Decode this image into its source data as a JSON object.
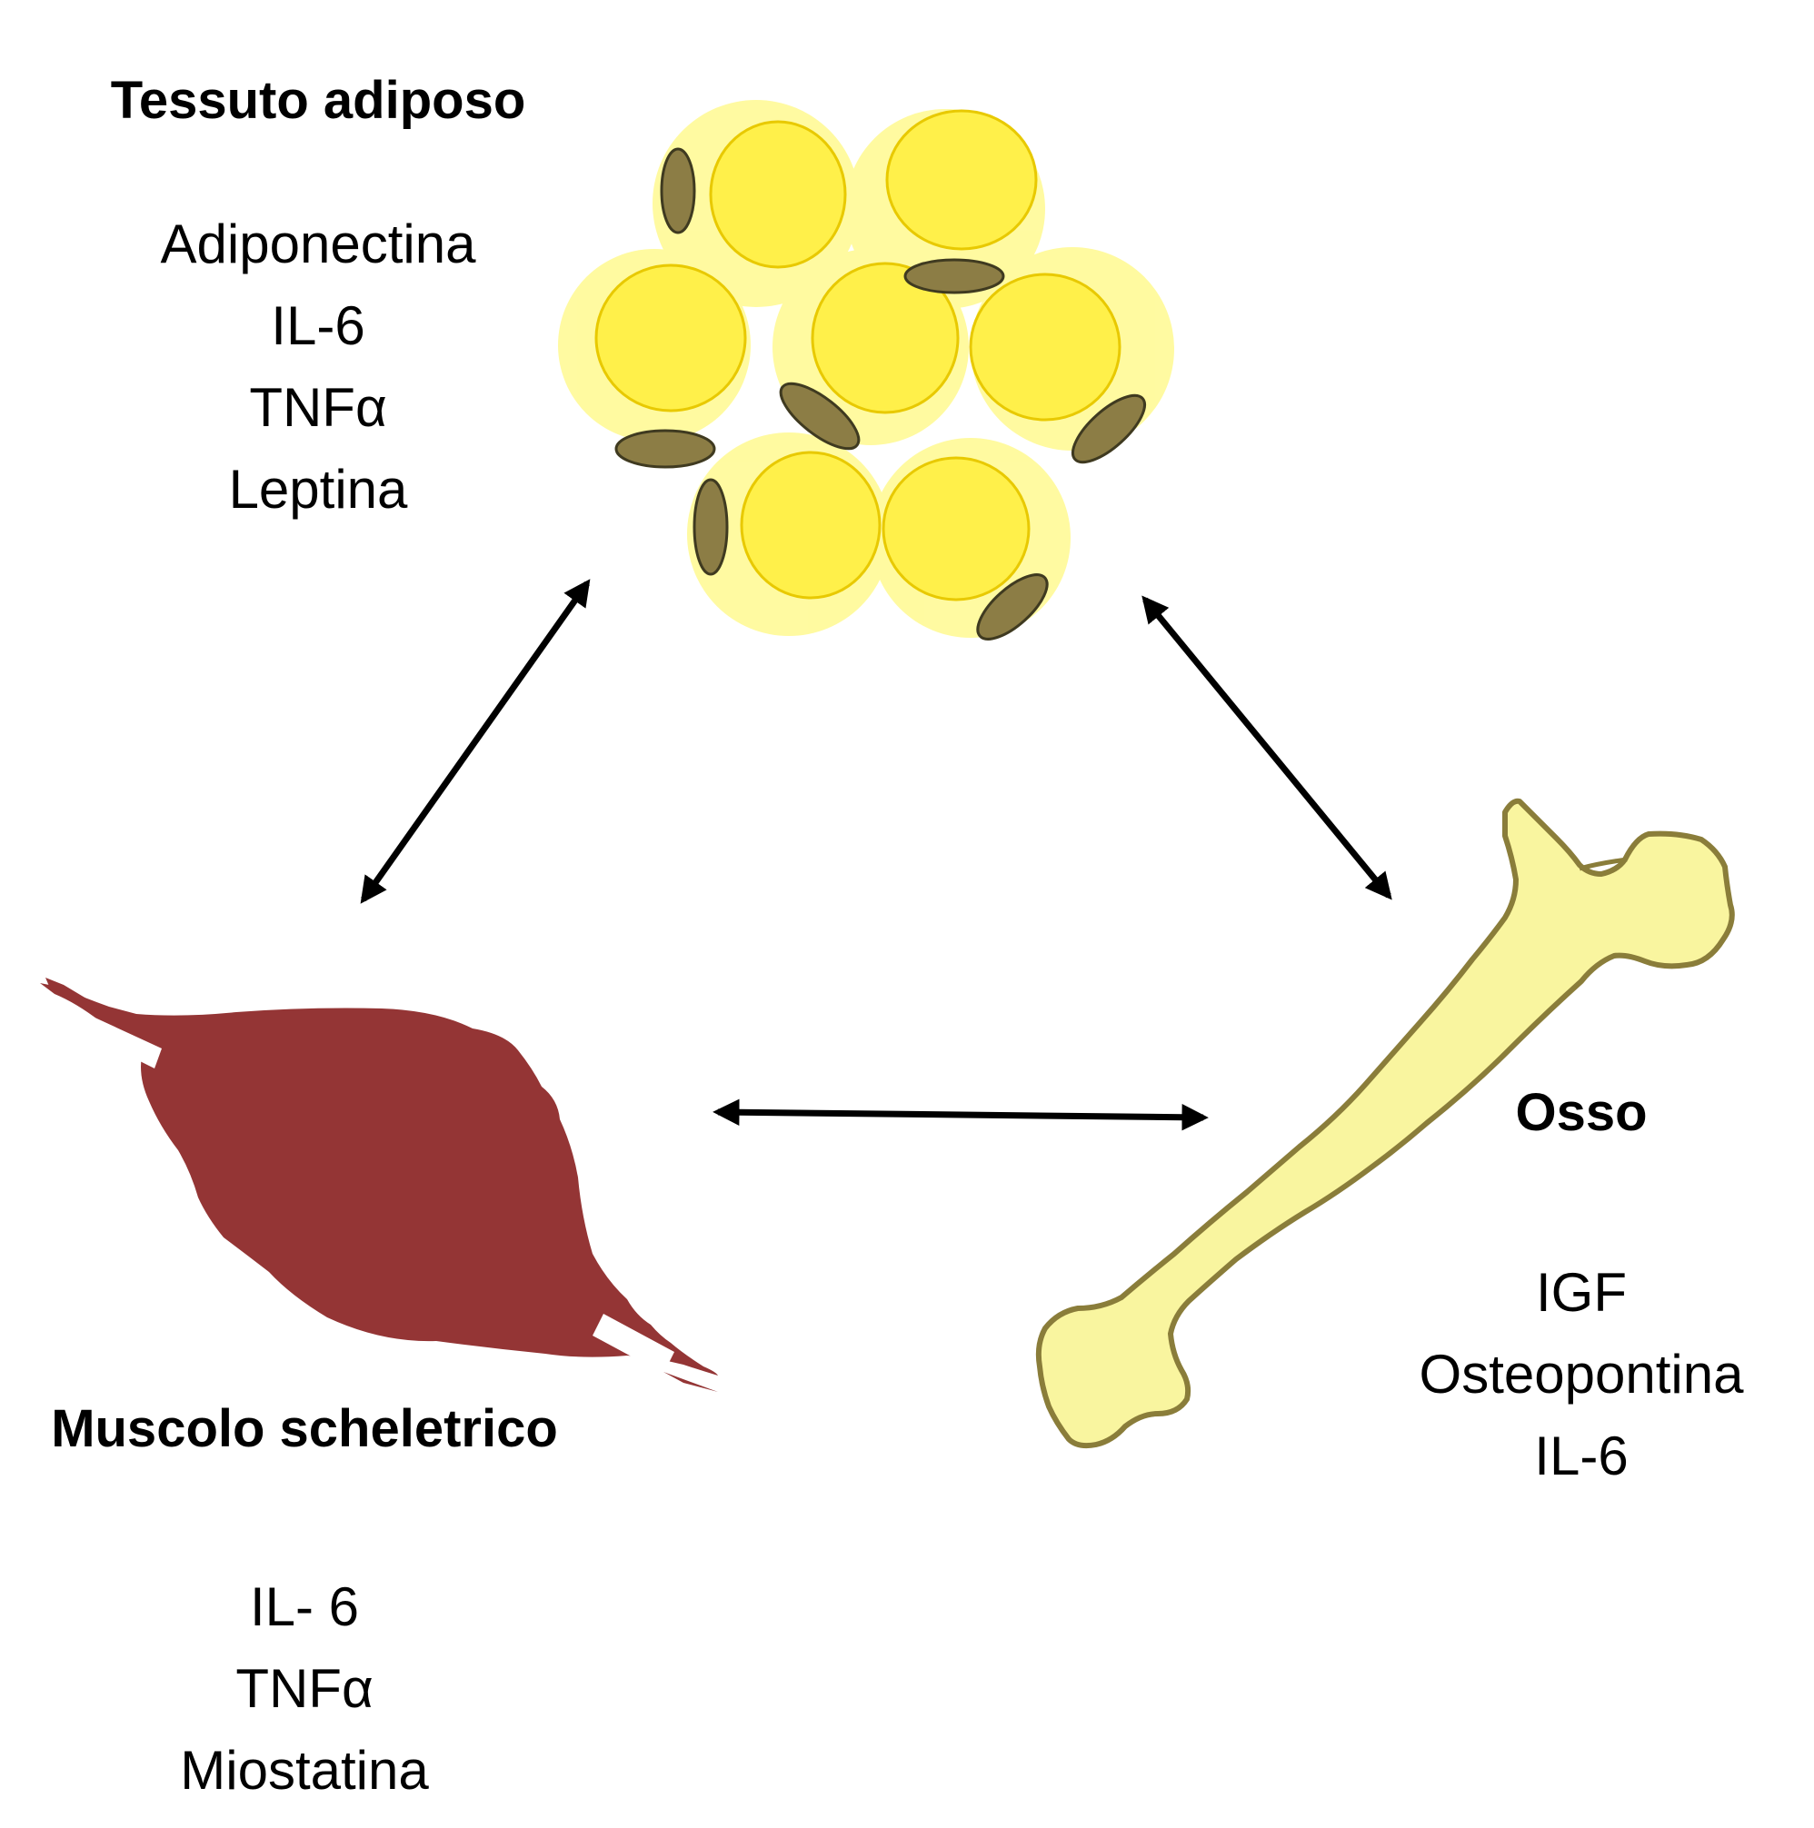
{
  "tissues": {
    "adipose": {
      "title": "Tessuto adiposo",
      "items": [
        "Adiponectina",
        "IL-6",
        "TNFα",
        "Leptina"
      ]
    },
    "muscle": {
      "title": "Muscolo scheletrico",
      "items": [
        "IL- 6",
        "TNFα",
        "Miostatina"
      ]
    },
    "bone": {
      "title": "Osso",
      "items": [
        "IGF",
        "Osteopontina",
        "IL-6"
      ]
    }
  },
  "connections": [
    {
      "from": "adipose",
      "to": "muscle",
      "direction": "bidirectional"
    },
    {
      "from": "adipose",
      "to": "bone",
      "direction": "bidirectional"
    },
    {
      "from": "muscle",
      "to": "bone",
      "direction": "bidirectional"
    }
  ],
  "colors": {
    "adipocyte_outer": "#FFFA99",
    "adipocyte_inner": "#FFF04A",
    "adipocyte_inner_stroke": "#E8C900",
    "nucleus_fill": "#8C7D45",
    "nucleus_stroke": "#3F3A20",
    "muscle_fill": "#943535",
    "bone_fill": "#F9F59F",
    "bone_stroke": "#8A7D3A",
    "arrow": "#000000"
  }
}
